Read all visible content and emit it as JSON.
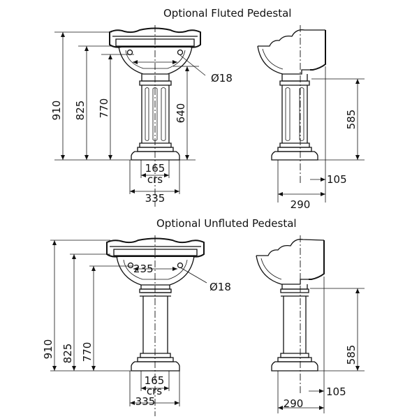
{
  "titles": {
    "fluted": "Optional Fluted Pedestal",
    "unfluted": "Optional Unfluted Pedestal"
  },
  "fluted": {
    "height_overall": "910",
    "height_825": "825",
    "height_770": "770",
    "height_640": "640",
    "tap_hole": "Ø18",
    "side_585": "585",
    "crs_165": "165",
    "crs_label": "crs",
    "width_335": "335",
    "depth_105": "105",
    "depth_290": "290"
  },
  "unfluted": {
    "height_overall": "910",
    "height_825": "825",
    "height_770": "770",
    "tap_235": "235",
    "tap_hole": "Ø18",
    "side_585": "585",
    "crs_165": "165",
    "crs_label": "crs",
    "width_335": "335",
    "depth_105": "105",
    "depth_290": "290"
  }
}
